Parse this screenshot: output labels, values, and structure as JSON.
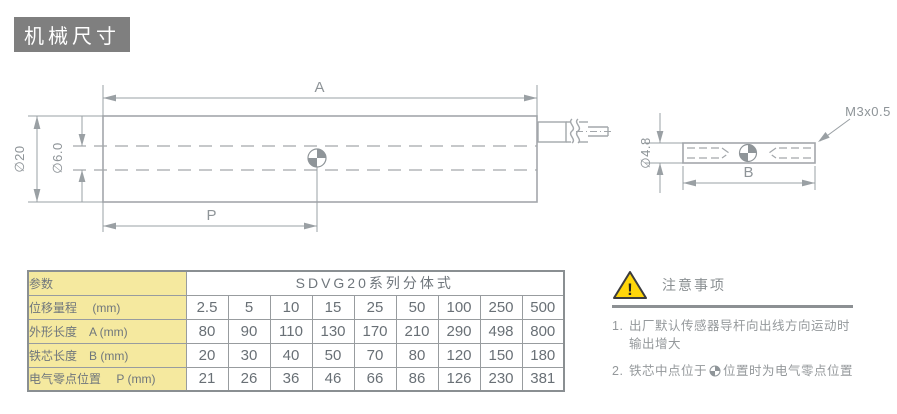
{
  "title": "机械尺寸",
  "drawing": {
    "labels": {
      "a": "A",
      "p": "P",
      "dia_outer": "∅20",
      "dia_inner": "∅6.0",
      "dia_core": "∅4.8",
      "b": "B",
      "thread": "M3x0.5"
    }
  },
  "table": {
    "header": {
      "param": "参数",
      "series": "SDVG20系列分体式"
    },
    "rows": [
      {
        "label": "位移量程　 (mm)",
        "values": [
          "2.5",
          "5",
          "10",
          "15",
          "25",
          "50",
          "100",
          "250",
          "500"
        ]
      },
      {
        "label": "外形长度　A (mm)",
        "values": [
          "80",
          "90",
          "110",
          "130",
          "170",
          "210",
          "290",
          "498",
          "800"
        ]
      },
      {
        "label": "铁芯长度　B (mm)",
        "values": [
          "20",
          "30",
          "40",
          "50",
          "70",
          "80",
          "120",
          "150",
          "180"
        ]
      },
      {
        "label": "电气零点位置　 P (mm)",
        "values": [
          "21",
          "26",
          "36",
          "46",
          "66",
          "86",
          "126",
          "230",
          "381"
        ]
      }
    ]
  },
  "notes": {
    "exclamation": "!",
    "title": "注意事项",
    "item1_num": "1.",
    "item1_line1": "出厂默认传感器导杆向出线方向运动时",
    "item1_line2": "输出增大",
    "item2_num": "2.",
    "item2_pre": "铁芯中点位于",
    "item2_post": "位置时为电气零点位置"
  },
  "colors": {
    "title_bg": "#7f7f7f",
    "table_label_yellow": "#f5e99f",
    "warning_yellow": "#ffd60a",
    "drawing_line_gray": "#a3a7ab",
    "table_border_gray": "#989c9f",
    "text_gray": "#6f767c"
  }
}
